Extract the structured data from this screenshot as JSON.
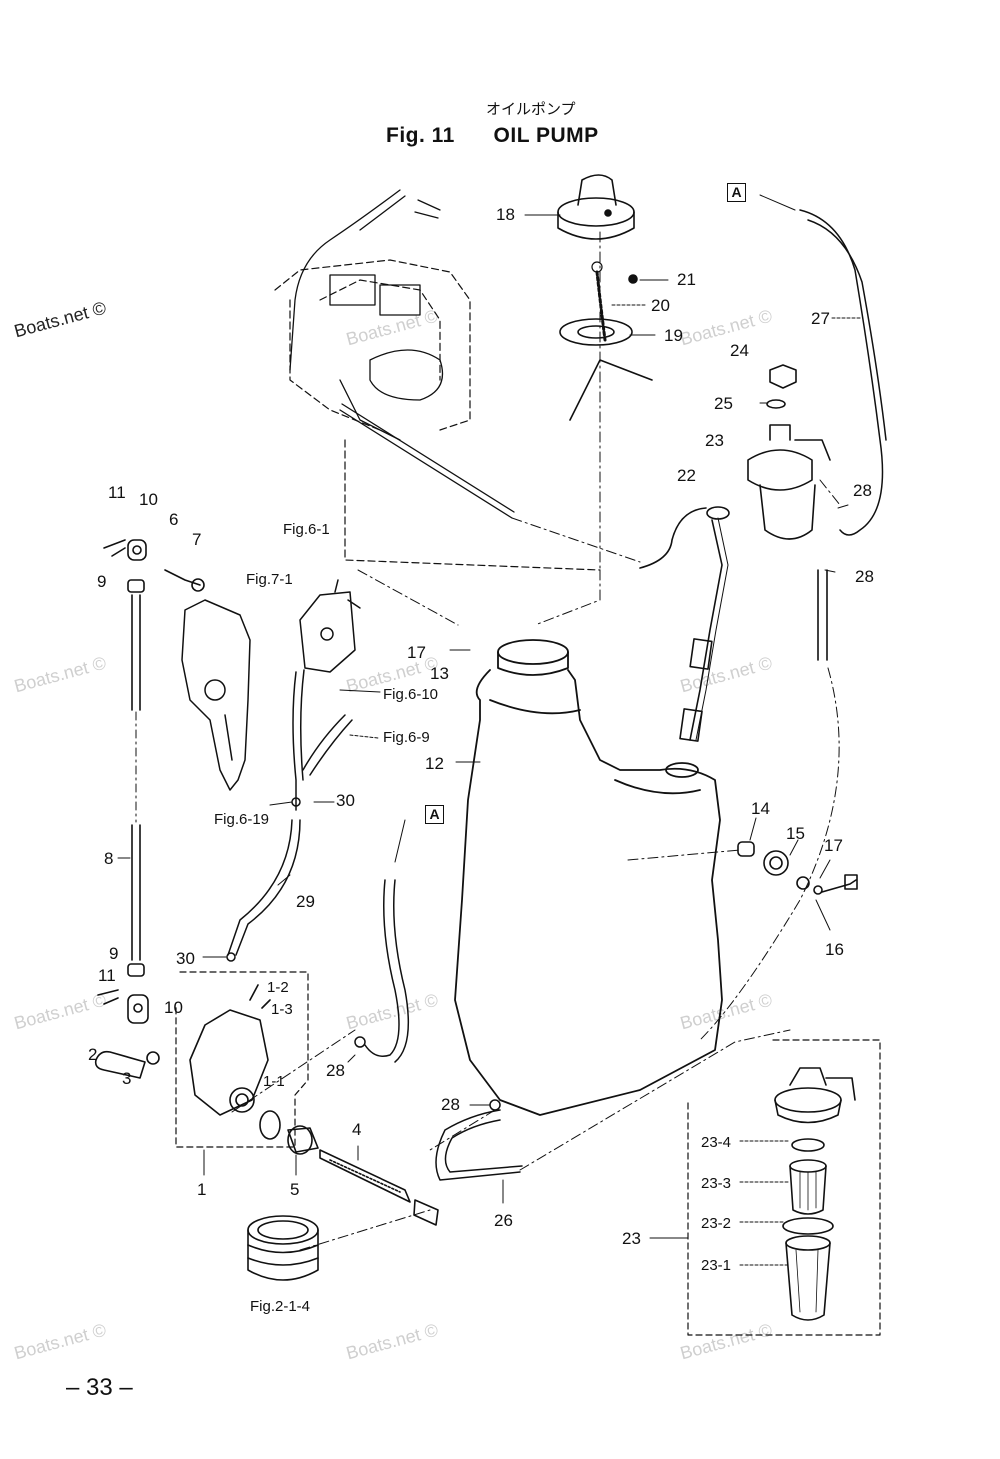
{
  "header": {
    "japanese_title": "オイルポンプ",
    "fig_number": "Fig. 11",
    "title": "OIL PUMP"
  },
  "watermark": {
    "text": "Boats.net ©"
  },
  "references": {
    "fig_6_1": "Fig.6-1",
    "fig_7_1": "Fig.7-1",
    "fig_6_10": "Fig.6-10",
    "fig_6_9": "Fig.6-9",
    "fig_6_19": "Fig.6-19",
    "fig_2_1_4": "Fig.2-1-4",
    "ref_a_top": "A",
    "ref_a_mid": "A"
  },
  "parts": {
    "p1": "1",
    "p1_1": "1-1",
    "p1_2": "1-2",
    "p1_3": "1-3",
    "p2": "2",
    "p3": "3",
    "p4": "4",
    "p5": "5",
    "p6": "6",
    "p7": "7",
    "p8": "8",
    "p9a": "9",
    "p9b": "9",
    "p10a": "10",
    "p10b": "10",
    "p11a": "11",
    "p11b": "11",
    "p12": "12",
    "p13": "13",
    "p14": "14",
    "p15": "15",
    "p16": "16",
    "p17a": "17",
    "p17b": "17",
    "p18": "18",
    "p19": "19",
    "p20": "20",
    "p21": "21",
    "p22": "22",
    "p23a": "23",
    "p23b": "23",
    "p23_1": "23-1",
    "p23_2": "23-2",
    "p23_3": "23-3",
    "p23_4": "23-4",
    "p24": "24",
    "p25": "25",
    "p26": "26",
    "p27": "27",
    "p28a": "28",
    "p28b": "28",
    "p28c": "28",
    "p28d": "28",
    "p29": "29",
    "p30a": "30",
    "p30b": "30"
  },
  "footer": {
    "page_number": "– 33 –"
  }
}
